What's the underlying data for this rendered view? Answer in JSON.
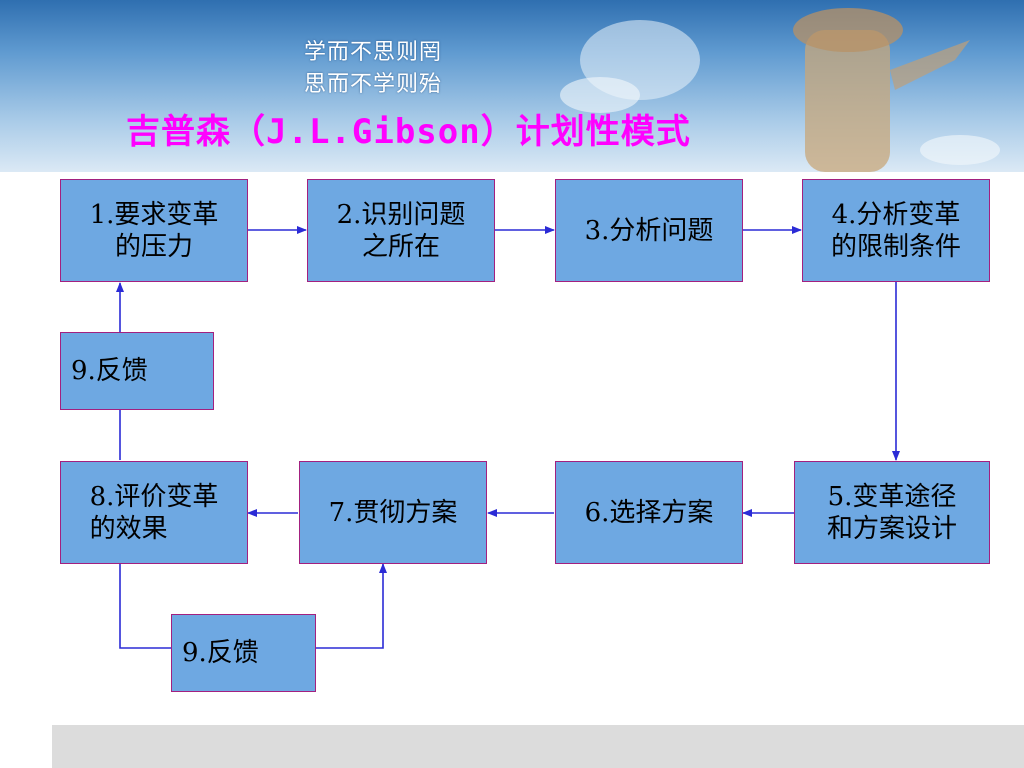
{
  "header": {
    "motto_line1": "学而不思则罔",
    "motto_line2": "思而不学则殆",
    "title": "吉普森（J.L.Gibson）计划性模式"
  },
  "boxes": {
    "step1": "1.要求变革\n的压力",
    "step2": "2.识别问题\n之所在",
    "step3": "3.分析问题",
    "step4": "4.分析变革\n的限制条件",
    "step5": "5.变革途径\n和方案设计",
    "step6": "6.选择方案",
    "step7": "7.贯彻方案",
    "step8": "8.评价变革\n的效果",
    "feedback_top": "9.反馈",
    "feedback_bottom": "9.反馈"
  },
  "colors": {
    "box_fill": "#6ea8e2",
    "box_border": "#a3207f",
    "arrow": "#2b2bd6",
    "title": "#ff00ff"
  }
}
